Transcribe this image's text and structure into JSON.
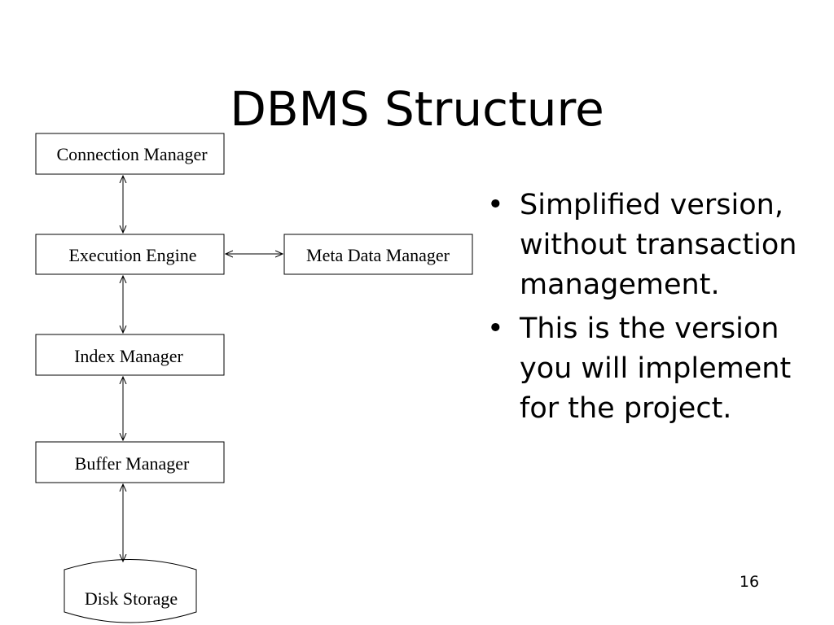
{
  "slide": {
    "title": "DBMS Structure",
    "page_number": "16"
  },
  "diagram": {
    "boxes": {
      "connection_manager": "Connection Manager",
      "execution_engine": "Execution Engine",
      "meta_data_manager": "Meta Data Manager",
      "index_manager": "Index Manager",
      "buffer_manager": "Buffer Manager",
      "disk_storage": "Disk Storage"
    }
  },
  "bullets": [
    "Simplified version, without transaction management.",
    "This is the version you will implement for the project."
  ]
}
